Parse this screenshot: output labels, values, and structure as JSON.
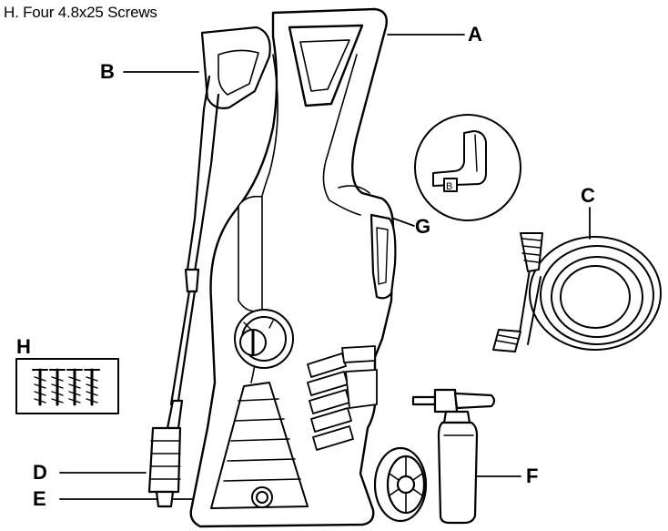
{
  "caption": "H. Four 4.8x25 Screws",
  "labels": {
    "a": "A",
    "b": "B",
    "c": "C",
    "d": "D",
    "e": "E",
    "f": "F",
    "g": "G",
    "h": "H"
  },
  "hose_detail_glyph": "B"
}
